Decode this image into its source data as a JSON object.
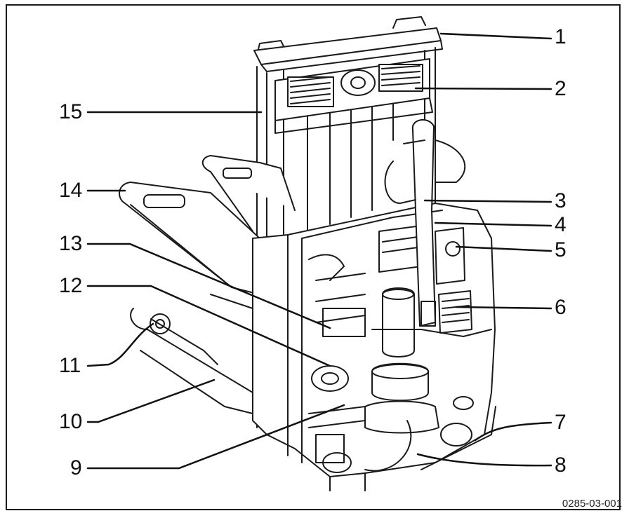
{
  "figure": {
    "code": "0285-03-001"
  },
  "callouts": [
    {
      "id": "1",
      "label": "1"
    },
    {
      "id": "2",
      "label": "2"
    },
    {
      "id": "3",
      "label": "3"
    },
    {
      "id": "4",
      "label": "4"
    },
    {
      "id": "5",
      "label": "5"
    },
    {
      "id": "6",
      "label": "6"
    },
    {
      "id": "7",
      "label": "7"
    },
    {
      "id": "8",
      "label": "8"
    },
    {
      "id": "9",
      "label": "9"
    },
    {
      "id": "10",
      "label": "10"
    },
    {
      "id": "11",
      "label": "11"
    },
    {
      "id": "12",
      "label": "12"
    },
    {
      "id": "13",
      "label": "13"
    },
    {
      "id": "14",
      "label": "14"
    },
    {
      "id": "15",
      "label": "15"
    }
  ],
  "colors": {
    "ink": "#111111",
    "paper": "#ffffff"
  }
}
